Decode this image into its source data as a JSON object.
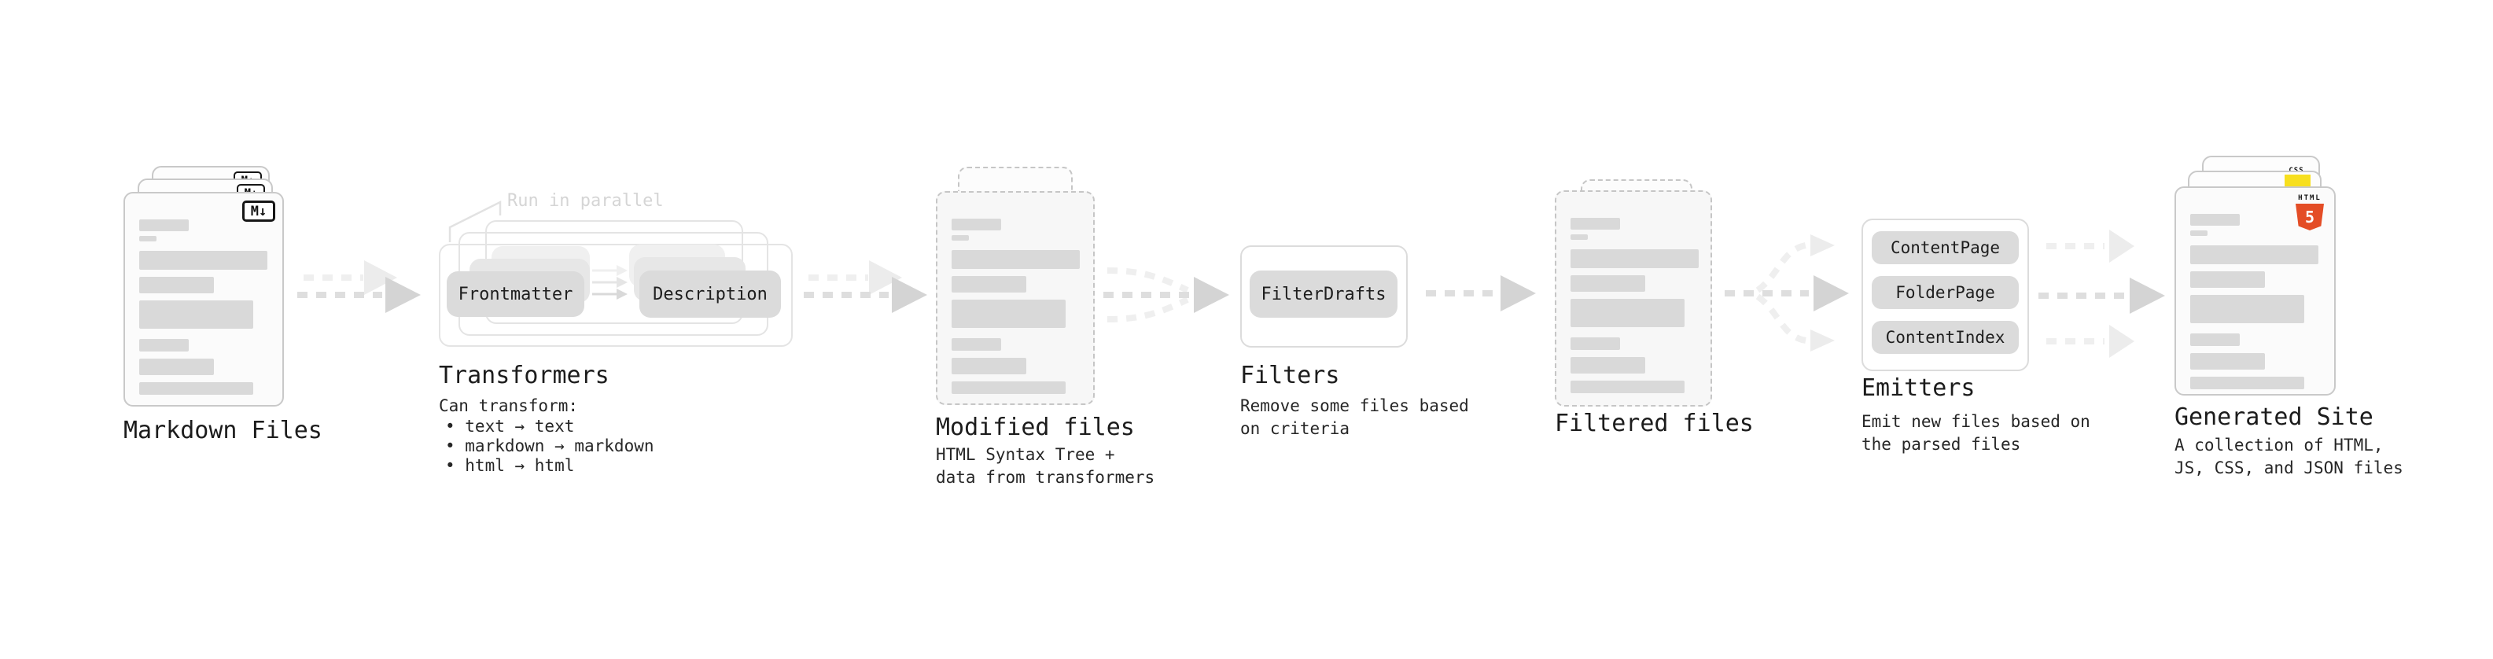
{
  "stages": [
    {
      "label": "Markdown Files",
      "badge": "M↓"
    },
    {
      "label": "Transformers",
      "annotation": "Run in parallel",
      "pill_from": "Frontmatter",
      "pill_to": "Description",
      "desc_title": "Can transform:",
      "bullets": [
        "• text → text",
        "• markdown → markdown",
        "• html → html"
      ]
    },
    {
      "label": "Modified files",
      "desc": "HTML Syntax Tree +\ndata from transformers"
    },
    {
      "label": "Filters",
      "pill": "FilterDrafts",
      "desc": "Remove some files based\non criteria"
    },
    {
      "label": "Filtered files"
    },
    {
      "label": "Emitters",
      "pills": [
        "ContentPage",
        "FolderPage",
        "ContentIndex"
      ],
      "desc": "Emit new files based on\nthe parsed files"
    },
    {
      "label": "Generated Site",
      "desc": "A collection of HTML,\nJS, CSS, and JSON files",
      "css_badge": "CSS",
      "html_badge": "HTML",
      "html_number": "5"
    }
  ],
  "colors": {
    "html5_orange": "#e44d26",
    "js_yellow": "#f7df1e",
    "css_blue": "#2b6bf3",
    "card_border": "#c9c9c9",
    "bar_gray": "#d9d9d9",
    "pill_gray": "#dbdbdb"
  }
}
